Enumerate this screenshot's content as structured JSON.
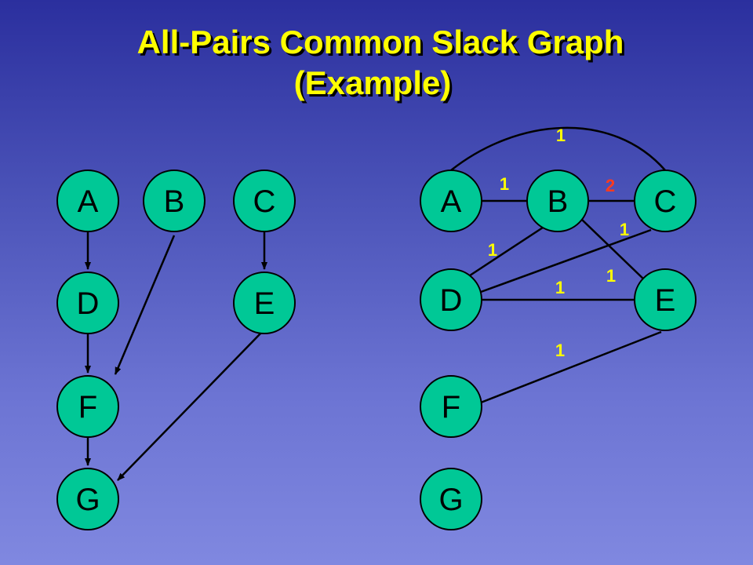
{
  "title": {
    "line1": "All-Pairs Common Slack Graph",
    "line2": "(Example)"
  },
  "left_graph": {
    "nodes": [
      "A",
      "B",
      "C",
      "D",
      "E",
      "F",
      "G"
    ]
  },
  "right_graph": {
    "nodes": [
      "A",
      "B",
      "C",
      "D",
      "E",
      "F",
      "G"
    ],
    "weights": {
      "a_c": "1",
      "a_b": "1",
      "b_c": "2",
      "c_d": "1",
      "b_d": "1",
      "b_e": "1",
      "d_e": "1",
      "e_f": "1"
    },
    "highlight_color": "#ff3b1f",
    "weight_color": "#ffff00"
  },
  "colors": {
    "node_fill": "#00c896",
    "title": "#ffff00"
  }
}
